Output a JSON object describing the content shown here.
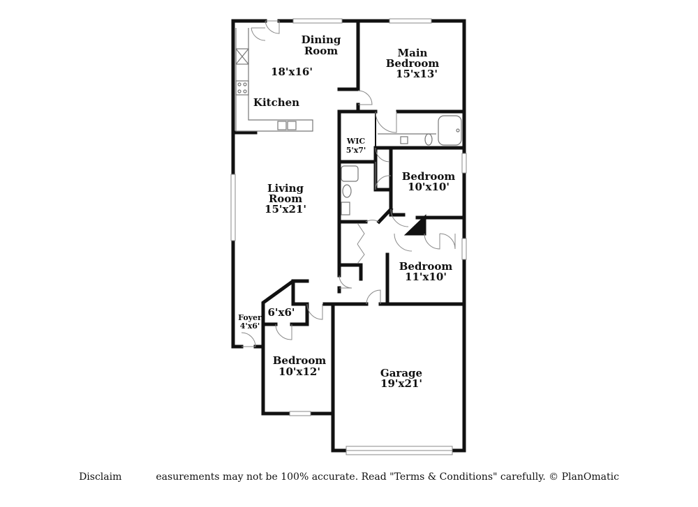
{
  "rooms": {
    "dining": {
      "name_line1": "Dining",
      "name_line2": "Room",
      "size": "18'x16'"
    },
    "kitchen": {
      "name": "Kitchen"
    },
    "main_bedroom": {
      "name_line1": "Main",
      "name_line2": "Bedroom",
      "size": "15'x13'"
    },
    "wic": {
      "name": "WIC",
      "size": "5'x7'"
    },
    "bedroom_2": {
      "name": "Bedroom",
      "size": "10'x10'"
    },
    "living": {
      "name_line1": "Living",
      "name_line2": "Room",
      "size": "15'x21'"
    },
    "bedroom_3": {
      "name": "Bedroom",
      "size": "11'x10'"
    },
    "closet": {
      "size": "6'x6'"
    },
    "foyer": {
      "name": "Foyer",
      "size": "4'x6'"
    },
    "bedroom_4": {
      "name": "Bedroom",
      "size": "10'x12'"
    },
    "garage": {
      "name": "Garage",
      "size": "19'x21'"
    }
  },
  "disclaimer": "Disclaim       easurements may not be 100% accurate. Read \"Terms & Conditions\" carefully. © PlanOmatic"
}
